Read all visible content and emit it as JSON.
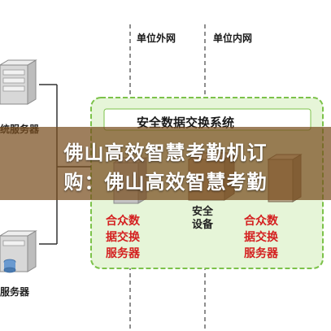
{
  "zones": {
    "outer_label": "单位外网",
    "inner_label": "单位内网"
  },
  "system": {
    "title": "安全数据交换系统",
    "device_label_line1": "安全",
    "device_label_line2": "设备"
  },
  "servers": {
    "top_left_label": "统服务器",
    "bottom_left_label": "服务器",
    "exchange_left": [
      "合众数",
      "据交换",
      "服务器"
    ],
    "exchange_right": [
      "合众数",
      "据交换",
      "服务器"
    ]
  },
  "overlay": {
    "line1": "佛山高效智慧考勤机订",
    "line2": "购：佛山高效智慧考勤"
  },
  "colors": {
    "system_box_fill": "#e6f5d8",
    "system_box_border": "#7cc24a",
    "exchange_text": "#d42020",
    "banner": "#784e1e"
  }
}
